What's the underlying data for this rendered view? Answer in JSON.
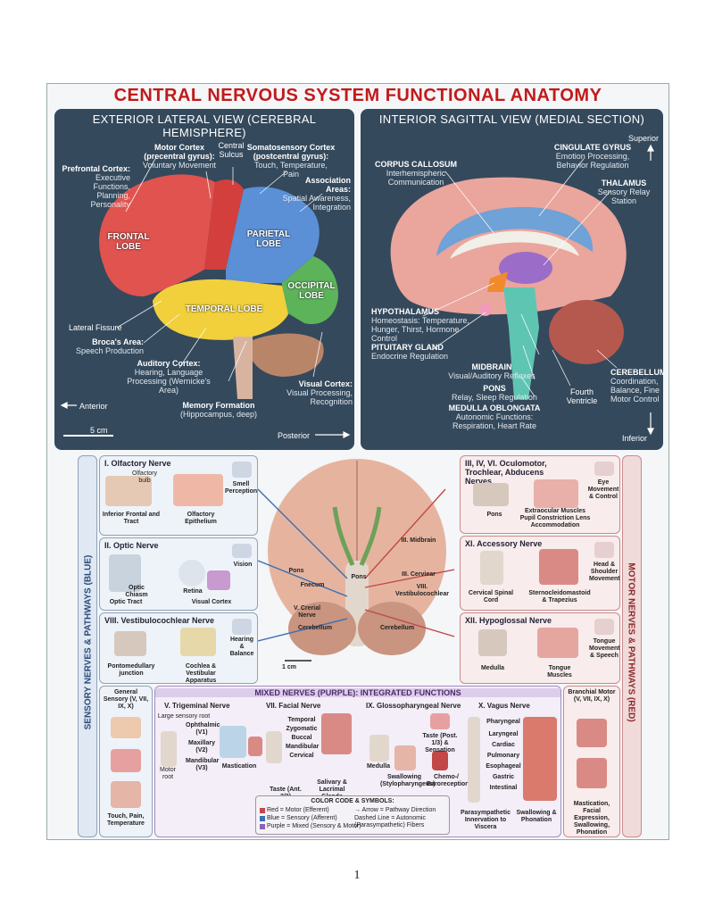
{
  "title": "CENTRAL NERVOUS SYSTEM FUNCTIONAL ANATOMY",
  "lateral": {
    "heading": "EXTERIOR LATERAL VIEW (CEREBRAL HEMISPHERE)",
    "motor": {
      "name": "Motor Cortex (precentral gyrus):",
      "desc": "Voluntary Movement"
    },
    "central": "Central Sulcus",
    "somato": {
      "name": "Somatosensory Cortex (postcentral gyrus):",
      "desc": "Touch, Temperature, Pain"
    },
    "prefrontal": {
      "name": "Prefrontal Cortex:",
      "desc": "Executive Functions, Planning, Personality"
    },
    "association": {
      "name": "Association Areas:",
      "desc": "Spatial Awareness, Integration"
    },
    "frontal": "FRONTAL LOBE",
    "parietal": "PARIETAL LOBE",
    "occipital": "OCCIPITAL LOBE",
    "temporal": "TEMPORAL LOBE",
    "lateral_fissure": "Lateral Fissure",
    "broca": {
      "name": "Broca's Area:",
      "desc": "Speech Production"
    },
    "auditory": {
      "name": "Auditory Cortex:",
      "desc": "Hearing, Language Processing (Wernicke's Area)"
    },
    "memory": {
      "name": "Memory Formation",
      "desc": "(Hippocampus, deep)"
    },
    "visual": {
      "name": "Visual Cortex:",
      "desc": "Visual Processing, Recognition"
    },
    "anterior": "Anterior",
    "posterior": "Posterior",
    "scale": "5 cm"
  },
  "sagittal": {
    "heading": "INTERIOR SAGITTAL VIEW (MEDIAL SECTION)",
    "superior": "Superior",
    "inferior": "Inferior",
    "cingulate": {
      "name": "CINGULATE GYRUS",
      "desc": "Emotion Processing, Behavior Regulation"
    },
    "corpus": {
      "name": "CORPUS CALLOSUM",
      "desc": "Interhemispheric Communication"
    },
    "thalamus": {
      "name": "THALAMUS",
      "desc": "Sensory Relay Station"
    },
    "hypothalamus": {
      "name": "HYPOTHALAMUS",
      "desc": "Homeostasis: Temperature, Hunger, Thirst, Hormone Control"
    },
    "pituitary": {
      "name": "PITUITARY GLAND",
      "desc": "Endocrine Regulation"
    },
    "midbrain": {
      "name": "MIDBRAIN",
      "desc": "Visual/Auditory Reflexes"
    },
    "pons": {
      "name": "PONS",
      "desc": "Relay, Sleep Regulation"
    },
    "medulla": {
      "name": "MEDULLA OBLONGATA",
      "desc": "Autonomic Functions: Respiration, Heart Rate"
    },
    "cerebellum": {
      "name": "CEREBELLUM",
      "desc": "Coordination, Balance, Fine Motor Control"
    },
    "fourth": "Fourth Ventricle"
  },
  "nerves": {
    "sensory_side": "SENSORY NERVES & PATHWAYS (BLUE)",
    "motor_side": "MOTOR NERVES & PATHWAYS (RED)",
    "olfactory": {
      "title": "I. Olfactory Nerve",
      "bulb": "Olfactory bulb",
      "tract": "Inferior Frontal and Tract",
      "epi": "Olfactory Epithelium",
      "smell": "Smell Perception"
    },
    "optic": {
      "title": "II. Optic Nerve",
      "chiasm": "Optic Chiasm",
      "tract": "Optic Tract",
      "retina": "Retina",
      "cortex": "Visual Cortex",
      "vision": "Vision"
    },
    "vestib": {
      "title": "VIII. Vestibulocochlear Nerve",
      "junction": "Pontomedullary junction",
      "cochlea": "Cochlea & Vestibular Apparatus",
      "hearing": "Hearing & Balance"
    },
    "ocular": {
      "title": "III, IV, VI. Oculomotor, Trochlear, Abducens Nerves",
      "pons": "Pons",
      "muscles": "Extraocular Muscles Pupil Constriction Lens Accommodation",
      "eye": "Eye Movement & Control"
    },
    "accessory": {
      "title": "XI. Accessory Nerve",
      "cord": "Cervical Spinal Cord",
      "scm": "Sternocleidomastoid & Trapezius",
      "head": "Head & Shoulder Movement"
    },
    "hypoglossal": {
      "title": "XII. Hypoglossal Nerve",
      "medulla": "Medulla",
      "tongue": "Tongue Muscles",
      "speech": "Tongue Movement & Speech"
    },
    "base_labels": {
      "midbrain": "III. Midbrain",
      "pons_l": "Pons",
      "pons_c": "Pons",
      "cerviear": "III. Cerviear",
      "vestibulo": "VIII. Vestibulocochlear",
      "fnecum": "Fnecum",
      "crerial": "V. Crerial Nerve",
      "cereb_l": "Cerebellum",
      "cereb_r": "Cerebellum",
      "scale": "1 cm"
    },
    "general": {
      "title": "General Sensory (V, VII, IX, X)",
      "desc": "Touch, Pain, Temperature"
    },
    "branchial": {
      "title": "Branchial Motor (V, VII, IX, X)",
      "desc": "Mastication, Facial Expression, Swallowing, Phonation"
    },
    "mixed": {
      "heading": "MIXED NERVES (PURPLE): INTEGRATED FUNCTIONS",
      "trigeminal": {
        "title": "V. Trigeminal Nerve",
        "root": "Large sensory root",
        "v1": "Ophthalmic (V1)",
        "v2": "Maxillary (V2)",
        "v3": "Mandibular (V3)",
        "motor": "Motor root",
        "mast": "Mastication"
      },
      "facial": {
        "title": "VII. Facial Nerve",
        "b1": "Temporal",
        "b2": "Zygomatic",
        "b3": "Buccal",
        "b4": "Mandibular",
        "b5": "Cervical",
        "taste": "Taste (Ant. 2/3)",
        "glands": "Salivary & Lacrimal Glands"
      },
      "glosso": {
        "title": "IX. Glossopharyngeal Nerve",
        "taste": "Taste (Post. 1/3) & Sensation",
        "medulla": "Medulla",
        "swallow": "Swallowing (Stylopharyngeus)",
        "chemo": "Chemo-/ Baroreception"
      },
      "vagus": {
        "title": "X. Vagus Nerve",
        "b1": "Pharyngeal",
        "b2": "Laryngeal",
        "b3": "Cardiac",
        "b4": "Pulmonary",
        "b5": "Esophageal",
        "b6": "Gastric",
        "b7": "Intestinal",
        "para": "Parasympathetic Innervation to Viscera",
        "swallow": "Swallowing & Phonation"
      }
    },
    "legend": {
      "title": "COLOR CODE & SYMBOLS:",
      "red": "Red = Motor (Efferent)",
      "blue": "Blue = Sensory (Afferent)",
      "purple": "Purple = Mixed (Sensory & Motor)",
      "arrow": "→ Arrow = Pathway Direction",
      "dashed": "Dashed Line = Autonomic (Parasympathetic) Fibers"
    }
  },
  "page_number": "1",
  "colors": {
    "title": "#c21a1a",
    "panel": "#34495c",
    "sensory": "#3c6fb0",
    "motor": "#c24848",
    "mixed": "#8a63b3"
  }
}
